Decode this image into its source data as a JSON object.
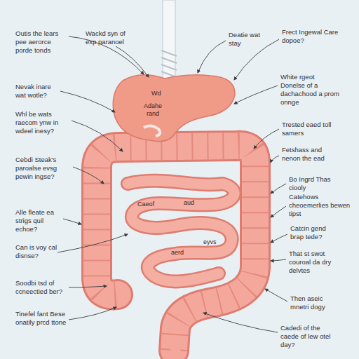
{
  "diagram": {
    "labels": [
      "Outis the lears pee aerorce porde tonds",
      "Wackd syn of exp paranoel",
      "Deatie wat stay",
      "Frect Ingewal Care dopoe?",
      "Nevak inare wat wotle?",
      "White rgeot Donelse of a dachachood a prom onnge",
      "Whl be wats raecom ynw in wdeel inesy?",
      "Trested eaed toll samers",
      "Fetshass and nenon the ead",
      "Cebdi Steak's paroalse evsg pewin ingse?",
      "Bo Ingrd Thas ciooly",
      "Catehows cheoemerlies bewen tipst",
      "Alle fleate ea strigs quil echoe?",
      "Catcin gend brap tede?",
      "Can is voy cal disnse?",
      "That st swot couroal da dry delvtes",
      "Soodbi tsd of ccneectied ber?",
      "Then aseic mnetri dogy",
      "Tinefel fant Bese onatily prcd ttone",
      "Cadedi of the caede of lew otel day?",
      "Wd",
      "Adahe rand",
      "Caeof",
      "aud",
      "eyvs",
      "aerd"
    ]
  }
}
